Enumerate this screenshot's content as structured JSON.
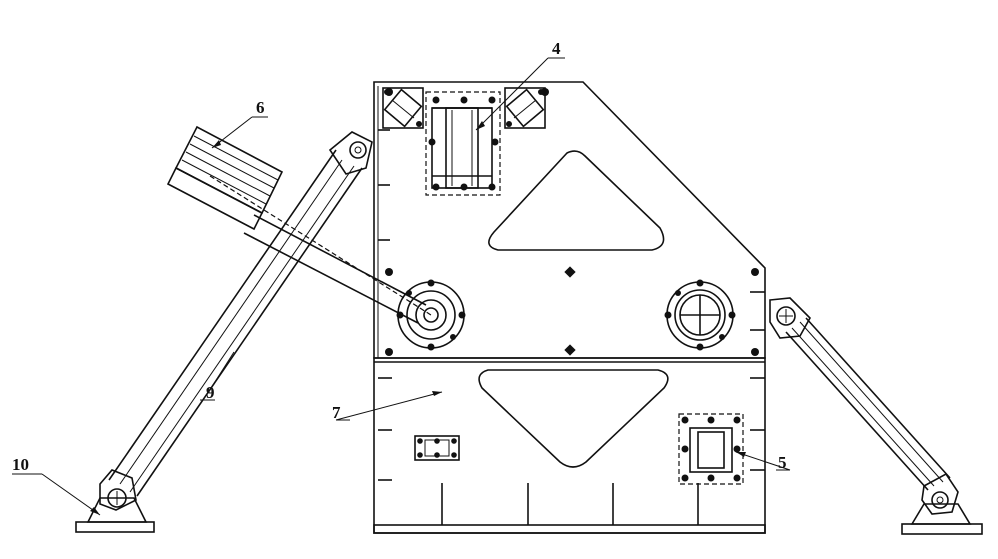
{
  "labels": {
    "l4": "4",
    "l5": "5",
    "l6": "6",
    "l7": "7",
    "l9": "9",
    "l10": "10"
  }
}
